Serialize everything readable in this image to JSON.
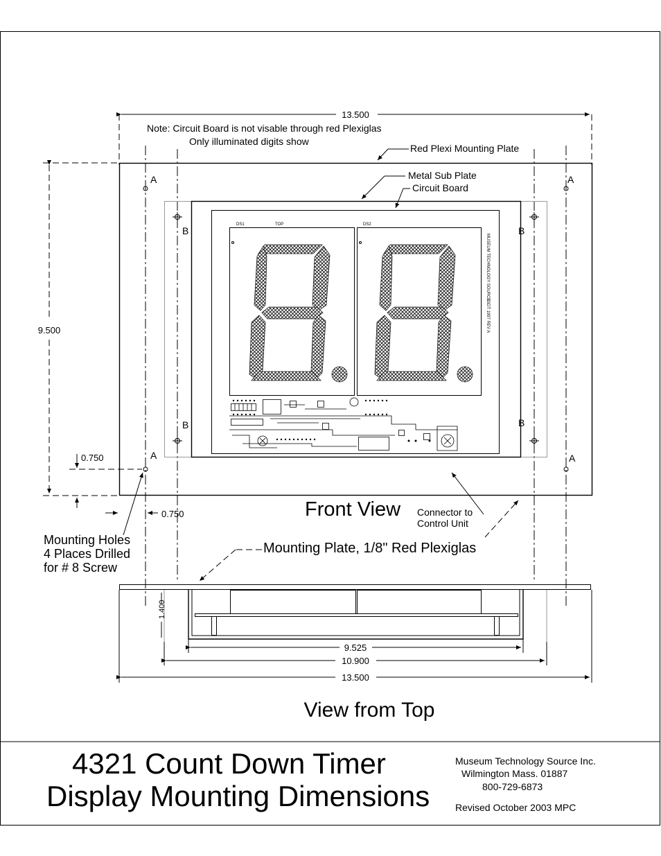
{
  "dimensions": {
    "overall_width_top": "13.500",
    "overall_width_bottom": "13.500",
    "height": "9.500",
    "hole_offset_vertical": "0.750",
    "hole_offset_horizontal": "0.750",
    "sub_plate_width": "10.900",
    "board_width": "9.525",
    "depth": "1.400"
  },
  "notes": {
    "note_line1": "Note:  Circuit Board is not visable through red Plexiglas",
    "note_line2": "Only illuminated digits show"
  },
  "callouts": {
    "red_plexi": "Red Plexi Mounting Plate",
    "metal_sub": "Metal Sub Plate",
    "circuit_board": "Circuit Board",
    "connector_line1": "Connector to",
    "connector_line2": "Control Unit",
    "mounting_holes_line1": "Mounting Holes",
    "mounting_holes_line2": "4 Places Drilled",
    "mounting_holes_line3": "for # 8 Screw",
    "mounting_plate": "Mounting Plate,  1/8\" Red Plexiglas"
  },
  "hole_labels": {
    "a": "A",
    "b": "B"
  },
  "board_silkscreen": {
    "ds1": "DS1",
    "top": "TOP",
    "ds2": "DS2",
    "vertical_line1": "MUSEUM TECHNOLOGY SOURCE",
    "vertical_line2": "SSDT 1997 REV A"
  },
  "views": {
    "front": "Front View",
    "top": "View from Top"
  },
  "title_block": {
    "title_line1": "4321 Count Down Timer",
    "title_line2": "Display Mounting Dimensions",
    "company": "Museum Technology Source Inc.",
    "city": "Wilmington Mass. 01887",
    "phone": "800-729-6873",
    "revised": "Revised October 2003   MPC"
  }
}
